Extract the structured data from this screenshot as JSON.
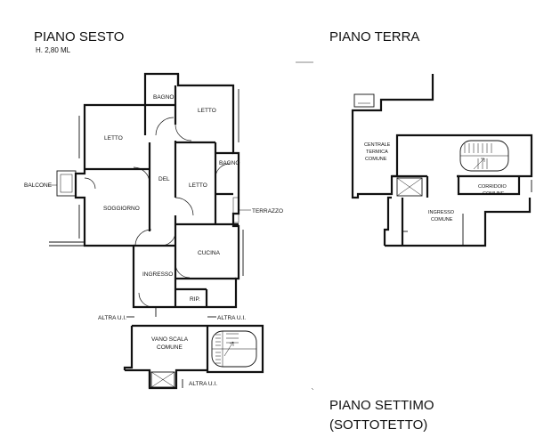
{
  "headings": {
    "piano_sesto": "PIANO SESTO",
    "altezza": "H. 2,80 ML",
    "piano_terra": "PIANO TERRA",
    "piano_settimo": "PIANO SETTIMO",
    "sottotetto": "(SOTTOTETTO)"
  },
  "rooms_sesto": {
    "bagno_1": "BAGNO",
    "letto_1": "LETTO",
    "letto_2": "LETTO",
    "bagno_2": "BAGNO",
    "del": "DEL",
    "letto_3": "LETTO",
    "balcone": "BALCONE",
    "soggiorno": "SOGGIORNO",
    "terrazzo": "TERRAZZO",
    "cucina": "CUCINA",
    "ingresso": "INGRESSO",
    "rip": "RIP.",
    "altra_ui_1": "ALTRA U.I.",
    "altra_ui_2": "ALTRA U.I.",
    "vano_scala_1": "VANO SCALA",
    "vano_scala_2": "COMUNE",
    "altra_ui_3": "ALTRA U.I."
  },
  "rooms_terra": {
    "centrale_1": "CENTRALE",
    "centrale_2": "TERMICA",
    "centrale_3": "COMUNE",
    "corridoio_1": "CORRIDOIO",
    "corridoio_2": "COMUNE",
    "ingresso_1": "INGRESSO",
    "ingresso_2": "COMUNE"
  },
  "colors": {
    "ink": "#111111",
    "paper": "#ffffff"
  }
}
